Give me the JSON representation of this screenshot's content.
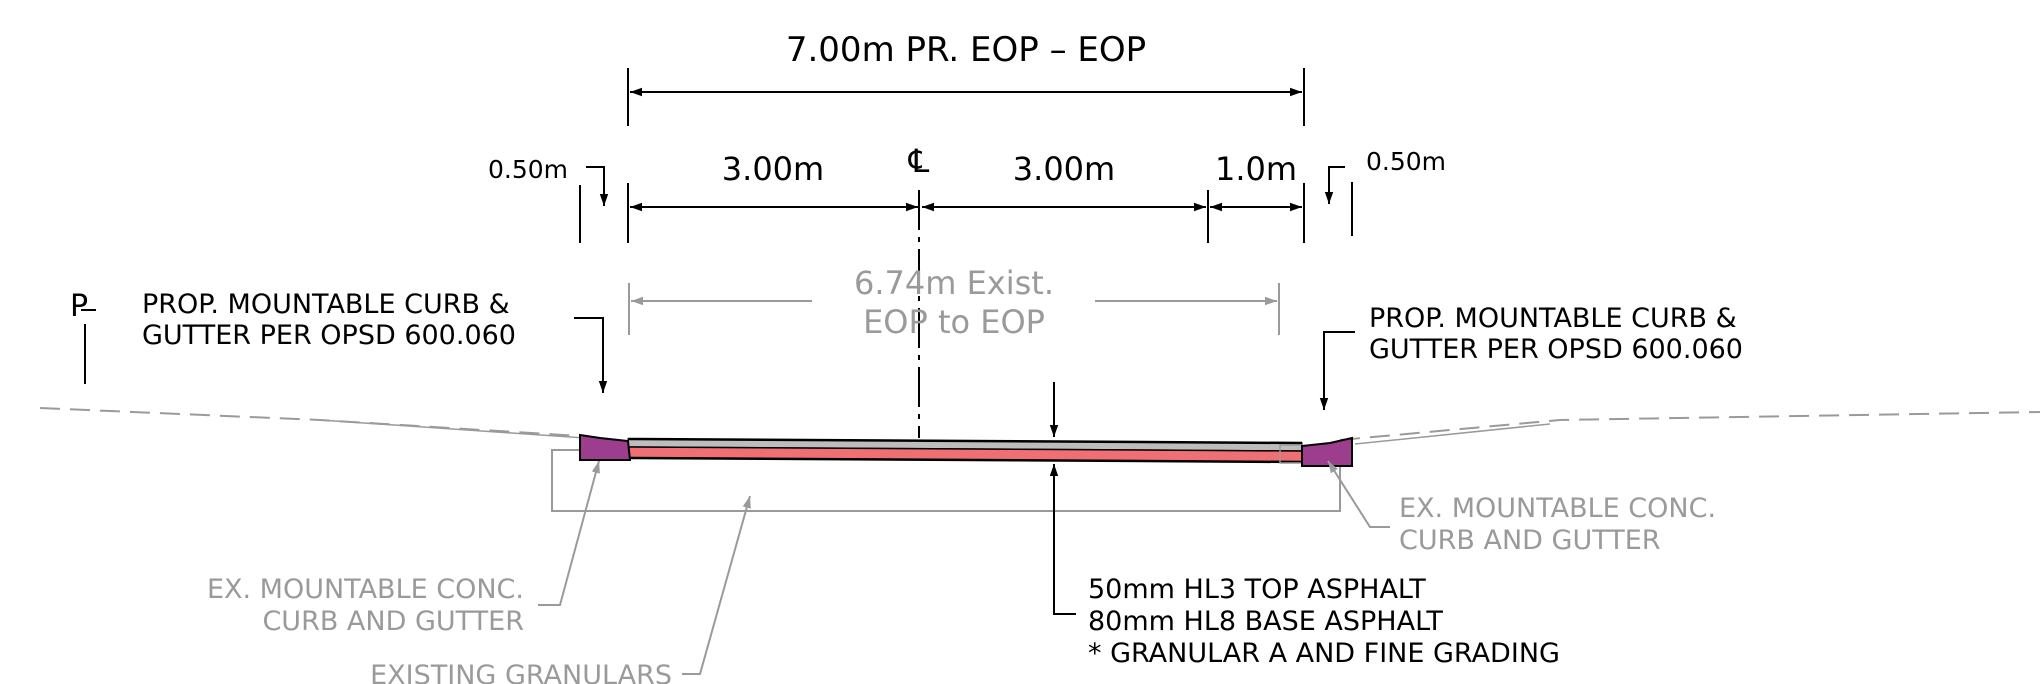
{
  "dimensions": {
    "overall": "7.00m  PR. EOP – EOP",
    "lane_left": "3.00m",
    "lane_right": "3.00m",
    "shoulder_right": "1.0m",
    "offset_left": "0.50m",
    "offset_right": "0.50m",
    "centerline_symbol": "℄",
    "property_line_symbol": "P",
    "existing_width_line1": "6.74m Exist.",
    "existing_width_line2": "EOP to EOP"
  },
  "callouts": {
    "prop_curb_left_line1": "PROP. MOUNTABLE CURB &",
    "prop_curb_left_line2": "GUTTER PER OPSD 600.060",
    "prop_curb_right_line1": "PROP. MOUNTABLE CURB &",
    "prop_curb_right_line2": "GUTTER PER OPSD 600.060",
    "ex_curb_left_line1": "EX. MOUNTABLE CONC.",
    "ex_curb_left_line2": "CURB AND GUTTER",
    "ex_curb_right_line1": "EX. MOUNTABLE CONC.",
    "ex_curb_right_line2": "CURB AND GUTTER",
    "existing_granulars": "EXISTING GRANULARS",
    "pavement_line1": "50mm HL3 TOP ASPHALT",
    "pavement_line2": "80mm HL8 BASE ASPHALT",
    "pavement_line3": "* GRANULAR A AND FINE GRADING"
  },
  "colors": {
    "ink": "#000000",
    "existing_grey": "#9a9a9a",
    "curb_purple": "#9c3d8e",
    "asphalt_pink": "#ef6f74",
    "top_asphalt_grey": "#bdbdbd"
  }
}
